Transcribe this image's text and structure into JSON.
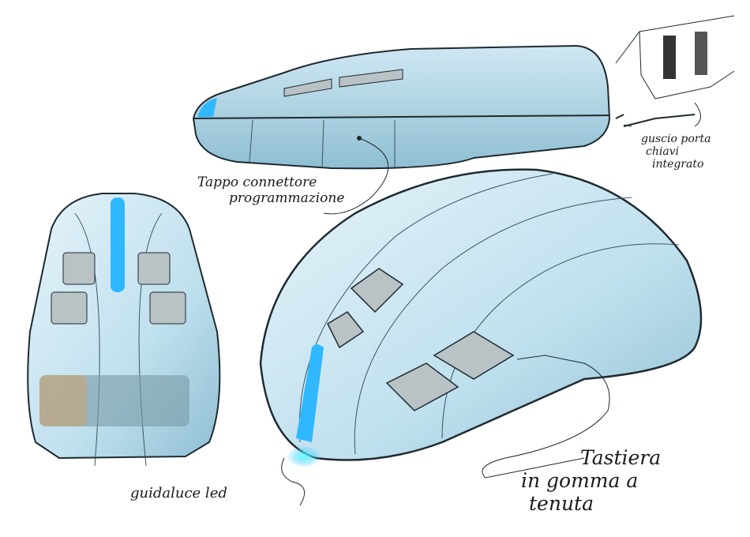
{
  "annotations": {
    "connector_cap": [
      "Tappo connettore",
      "programmazione"
    ],
    "key_shell": [
      "guscio porta",
      "chiavi",
      "integrato"
    ],
    "keypad": [
      "Tastiera",
      "in gomma a",
      "tenuta"
    ],
    "light_guide": "guidaluce led"
  },
  "colors": {
    "body": "#bfe0ee",
    "body_shade": "#8fbfd3",
    "led": "#2fb8ff",
    "key": "#b9c3c6",
    "outline": "#1e2a30",
    "battery": "#c9a472"
  }
}
